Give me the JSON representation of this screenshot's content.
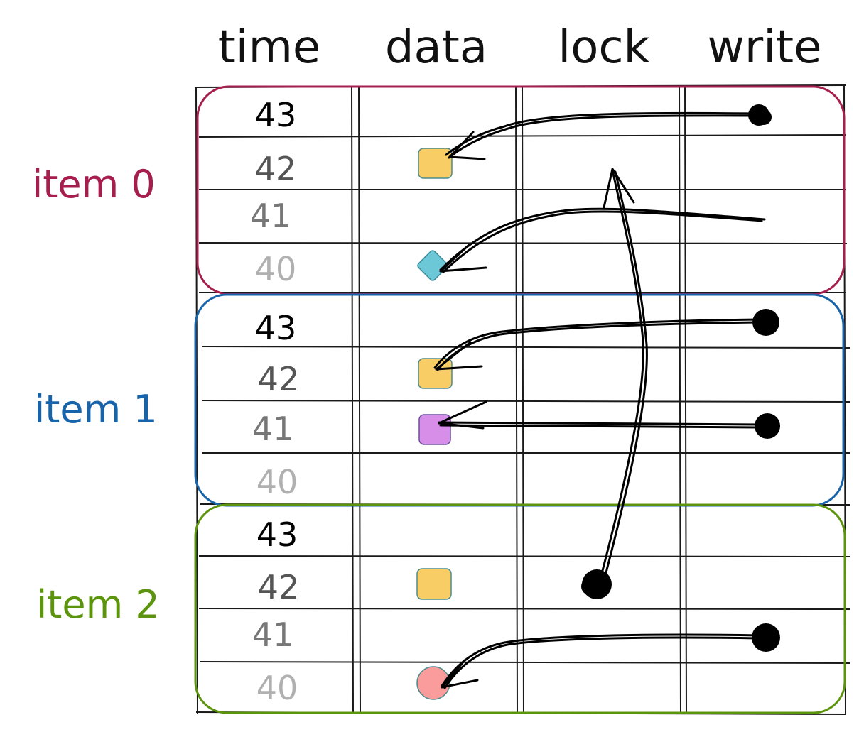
{
  "columns": [
    {
      "label": "time"
    },
    {
      "label": "data"
    },
    {
      "label": "lock"
    },
    {
      "label": "write"
    }
  ],
  "items": [
    {
      "label": "item 0",
      "color": "#a61e4d"
    },
    {
      "label": "item 1",
      "color": "#1864ab"
    },
    {
      "label": "item 2",
      "color": "#5c940d"
    }
  ],
  "times": [
    "43",
    "42",
    "41",
    "40"
  ],
  "time_colors": [
    "#000000",
    "#555555",
    "#777777",
    "#b0b0b0"
  ],
  "data_markers": [
    {
      "item": 0,
      "time": "42",
      "shape": "square",
      "color": "#f9cd66"
    },
    {
      "item": 0,
      "time": "40",
      "shape": "diamond",
      "color": "#6cc7d6"
    },
    {
      "item": 1,
      "time": "42",
      "shape": "square",
      "color": "#f9cd66"
    },
    {
      "item": 1,
      "time": "41",
      "shape": "square",
      "color": "#d78ee8"
    },
    {
      "item": 2,
      "time": "42",
      "shape": "square",
      "color": "#f9cd66"
    },
    {
      "item": 2,
      "time": "40",
      "shape": "circle",
      "color": "#fa9c9c"
    }
  ],
  "dots": [
    {
      "item": 0,
      "time": "43",
      "column": "write"
    },
    {
      "item": 1,
      "time": "43",
      "column": "write"
    },
    {
      "item": 1,
      "time": "41",
      "column": "write"
    },
    {
      "item": 2,
      "time": "42",
      "column": "lock"
    },
    {
      "item": 2,
      "time": "41",
      "column": "write"
    }
  ]
}
